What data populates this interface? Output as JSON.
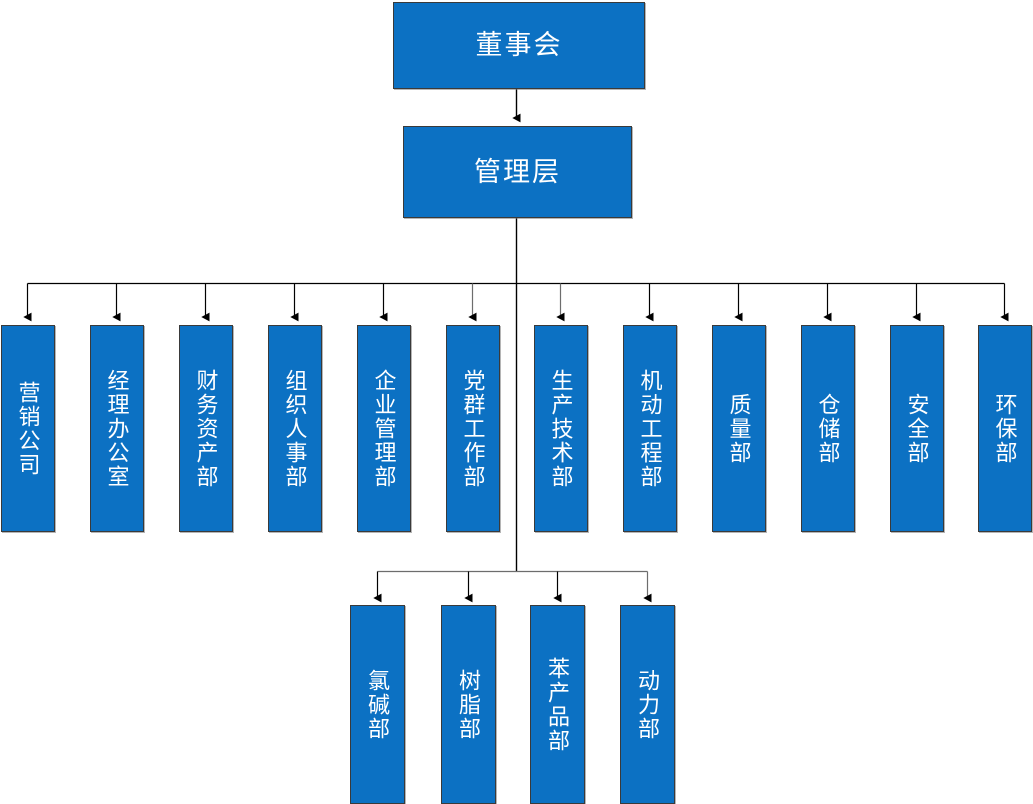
{
  "chart_data": {
    "type": "diagram",
    "title": "",
    "diagram_kind": "organization-chart",
    "orientation": "top-down",
    "node_fill_color": "#0C71C3",
    "node_border_color": "#3A3A3A",
    "node_text_color": "#FFFFFF",
    "connector_color": "#000000",
    "background_color": "#FFFFFF",
    "levels": [
      {
        "level": 1,
        "labels": [
          "董事会"
        ]
      },
      {
        "level": 2,
        "labels": [
          "管理层"
        ]
      },
      {
        "level": 3,
        "labels": [
          "营销公司",
          "经理办公室",
          "财务资产部",
          "组织人事部",
          "企业管理部",
          "党群工作部",
          "生产技术部",
          "机动工程部",
          "质量部",
          "仓储部",
          "安全部",
          "环保部"
        ]
      },
      {
        "level": 4,
        "labels": [
          "氯碱部",
          "树脂部",
          "苯产品部",
          "动力部"
        ]
      }
    ],
    "edges": [
      {
        "from": "董事会",
        "to": "管理层"
      },
      {
        "from": "管理层",
        "to": "营销公司"
      },
      {
        "from": "管理层",
        "to": "经理办公室"
      },
      {
        "from": "管理层",
        "to": "财务资产部"
      },
      {
        "from": "管理层",
        "to": "组织人事部"
      },
      {
        "from": "管理层",
        "to": "企业管理部"
      },
      {
        "from": "管理层",
        "to": "党群工作部"
      },
      {
        "from": "管理层",
        "to": "生产技术部"
      },
      {
        "from": "管理层",
        "to": "机动工程部"
      },
      {
        "from": "管理层",
        "to": "质量部"
      },
      {
        "from": "管理层",
        "to": "仓储部"
      },
      {
        "from": "管理层",
        "to": "安全部"
      },
      {
        "from": "管理层",
        "to": "环保部"
      },
      {
        "from": "管理层",
        "to": "氯碱部"
      },
      {
        "from": "管理层",
        "to": "树脂部"
      },
      {
        "from": "管理层",
        "to": "苯产品部"
      },
      {
        "from": "管理层",
        "to": "动力部"
      }
    ]
  },
  "top": {
    "board": "董事会",
    "management": "管理层"
  },
  "departments": [
    {
      "label": "营销公司"
    },
    {
      "label": "经理办公室"
    },
    {
      "label": "财务资产部"
    },
    {
      "label": "组织人事部"
    },
    {
      "label": "企业管理部"
    },
    {
      "label": "党群工作部"
    },
    {
      "label": "生产技术部"
    },
    {
      "label": "机动工程部"
    },
    {
      "label": "质量部"
    },
    {
      "label": "仓储部"
    },
    {
      "label": "安全部"
    },
    {
      "label": "环保部"
    }
  ],
  "production_units": [
    {
      "label": "氯碱部"
    },
    {
      "label": "树脂部"
    },
    {
      "label": "苯产品部"
    },
    {
      "label": "动力部"
    }
  ]
}
